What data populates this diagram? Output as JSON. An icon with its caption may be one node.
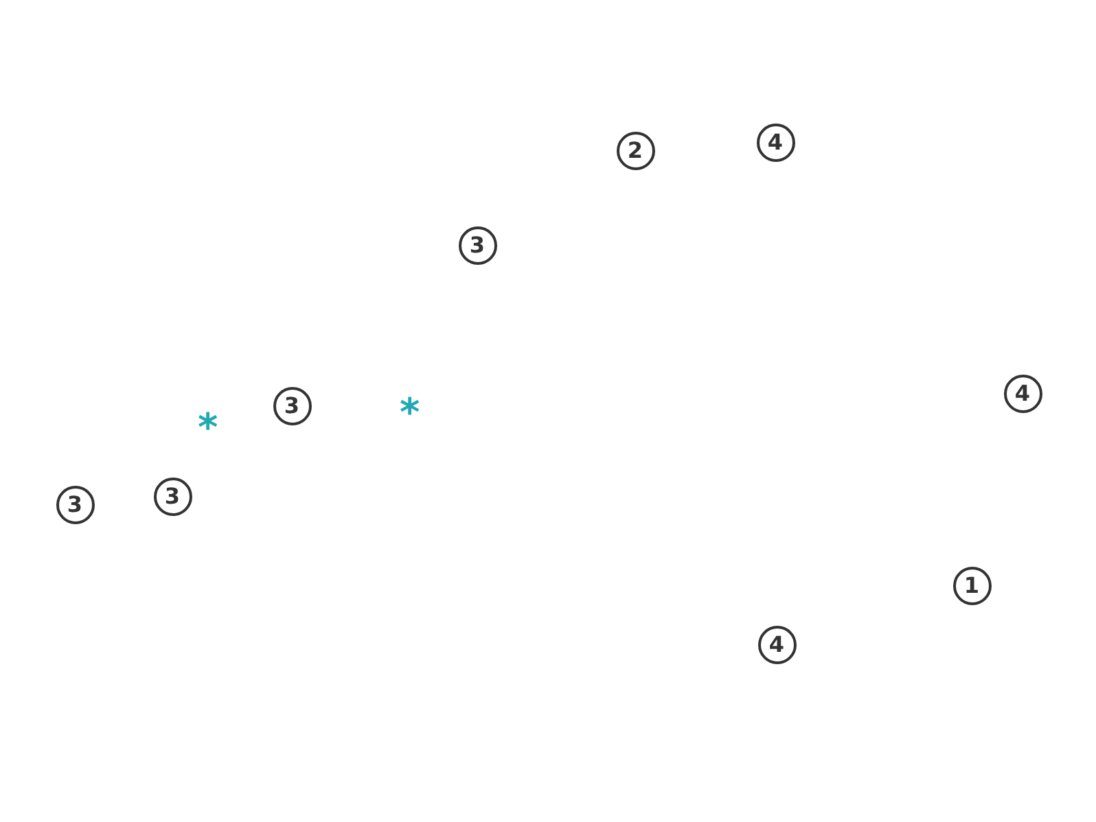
{
  "diagram": {
    "labels": [
      "2",
      "4",
      "3",
      "*",
      "3",
      "*",
      "4",
      "3",
      "3",
      "1",
      "4"
    ]
  }
}
